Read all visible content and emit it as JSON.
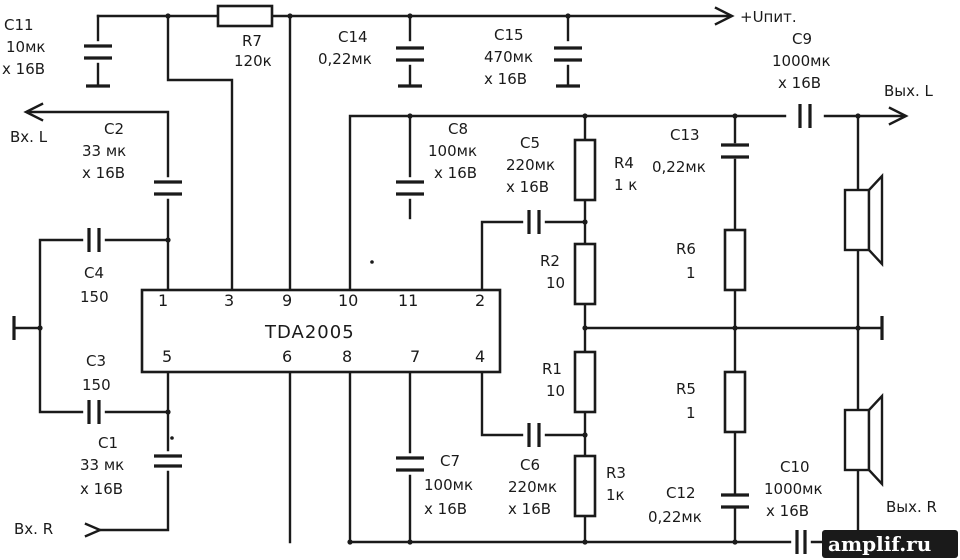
{
  "supply_label": "+Uпит.",
  "chip": {
    "name": "TDA2005",
    "pins_top": [
      "1",
      "3",
      "9",
      "10",
      "11",
      "2"
    ],
    "pins_bottom": [
      "5",
      "6",
      "8",
      "7",
      "4"
    ]
  },
  "terminals": {
    "in_left": "Вх. L",
    "in_right": "Вх. R",
    "out_left": "Вых. L",
    "out_right": "Вых. R"
  },
  "components": {
    "C11": {
      "name": "C11",
      "value": "10мк",
      "rating": "x 16В"
    },
    "R7": {
      "name": "R7",
      "value": "120к"
    },
    "C14": {
      "name": "C14",
      "value": "0,22мк"
    },
    "C15": {
      "name": "C15",
      "value": "470мк",
      "rating": "x 16В"
    },
    "C9": {
      "name": "C9",
      "value": "1000мк",
      "rating": "x 16В"
    },
    "C2": {
      "name": "C2",
      "value": "33 мк",
      "rating": "x 16В"
    },
    "C8": {
      "name": "C8",
      "value": "100мк",
      "rating": "x 16В"
    },
    "C5": {
      "name": "C5",
      "value": "220мк",
      "rating": "x 16В"
    },
    "R4": {
      "name": "R4",
      "value": "1 к"
    },
    "C13": {
      "name": "C13",
      "value": "0,22мк"
    },
    "C4": {
      "name": "C4",
      "value": "150"
    },
    "R2": {
      "name": "R2",
      "value": "10"
    },
    "R6": {
      "name": "R6",
      "value": "1"
    },
    "C3": {
      "name": "C3",
      "value": "150"
    },
    "R1": {
      "name": "R1",
      "value": "10"
    },
    "R5": {
      "name": "R5",
      "value": "1"
    },
    "C1": {
      "name": "C1",
      "value": "33 мк",
      "rating": "x 16В"
    },
    "C7": {
      "name": "C7",
      "value": "100мк",
      "rating": "x 16В"
    },
    "C6": {
      "name": "C6",
      "value": "220мк",
      "rating": "x 16В"
    },
    "R3": {
      "name": "R3",
      "value": "1к"
    },
    "C12": {
      "name": "C12",
      "value": "0,22мк"
    },
    "C10": {
      "name": "C10",
      "value": "1000мк",
      "rating": "x 16В"
    }
  },
  "watermark": "amplif.ru"
}
